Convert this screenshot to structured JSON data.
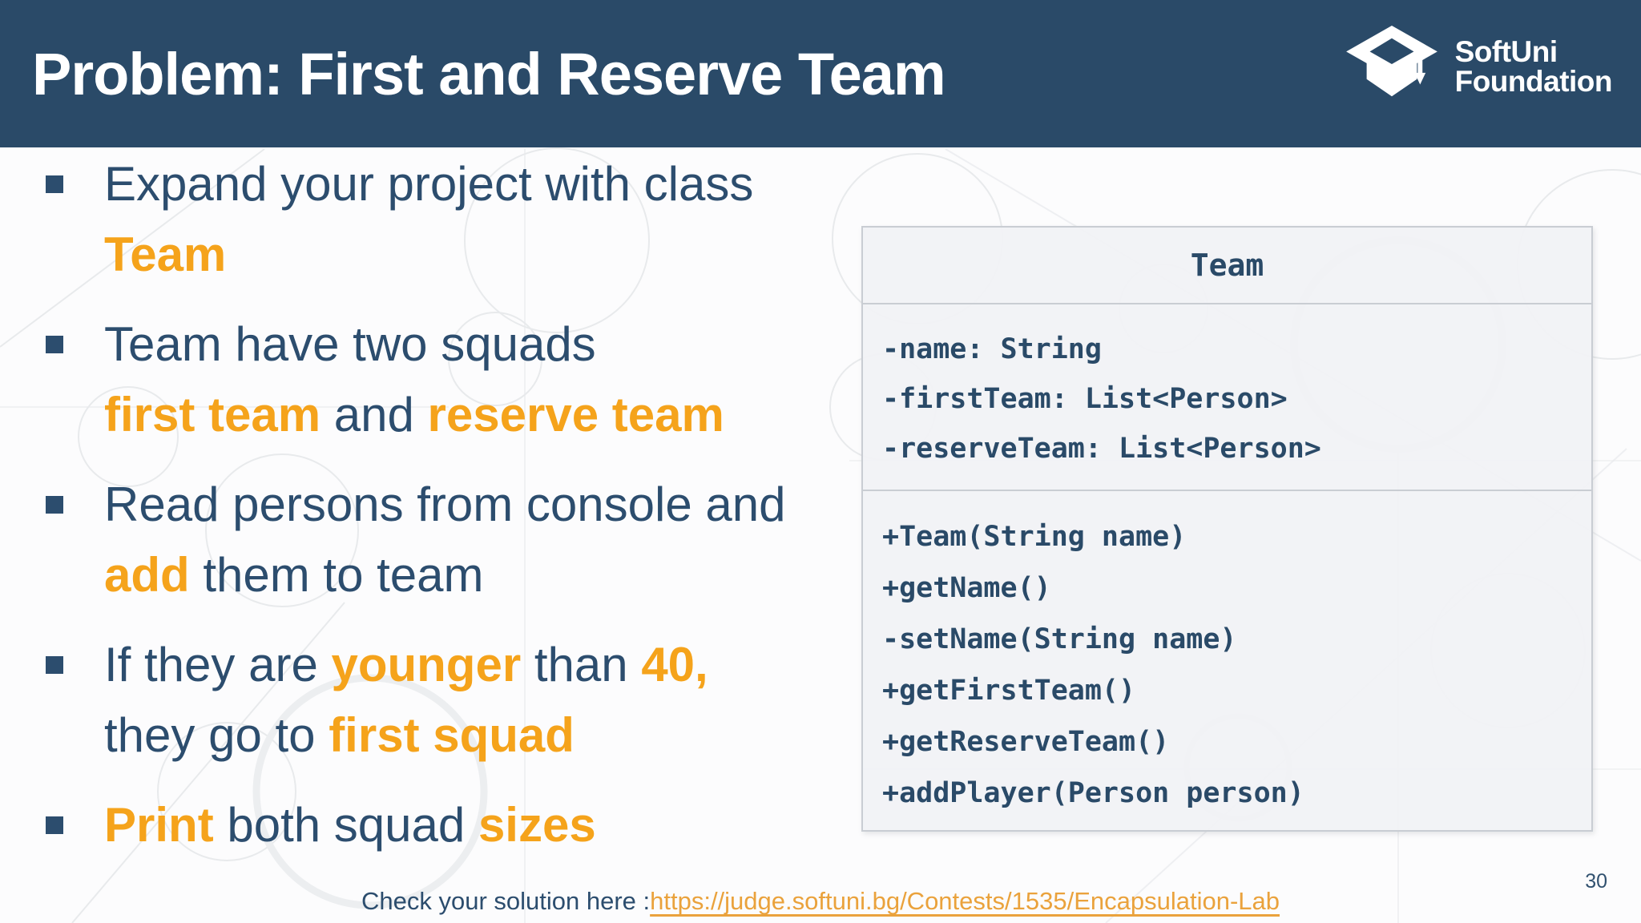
{
  "colors": {
    "header_bg": "#2A4A68",
    "accent_orange": "#F5A31B",
    "body_text_blue": "#2C4D6E",
    "link_orange": "#EAA23C",
    "uml_text_blue": "#2A4A68"
  },
  "header": {
    "title": "Problem: First and Reserve Team",
    "logo": {
      "line1": "SoftUni",
      "line2": "Foundation"
    }
  },
  "bullets": [
    {
      "lines": [
        [
          {
            "t": "Expand your project with class "
          },
          {
            "t": "Team",
            "hl": true
          }
        ]
      ]
    },
    {
      "lines": [
        [
          {
            "t": "Team have two squads"
          }
        ],
        [
          {
            "t": "first team",
            "hl": true
          },
          {
            "t": " and "
          },
          {
            "t": "reserve team",
            "hl": true
          }
        ]
      ]
    },
    {
      "lines": [
        [
          {
            "t": "Read persons from console and"
          }
        ],
        [
          {
            "t": "add",
            "hl": true
          },
          {
            "t": " them to team"
          }
        ]
      ]
    },
    {
      "lines": [
        [
          {
            "t": "If they are "
          },
          {
            "t": "younger",
            "hl": true
          },
          {
            "t": " than "
          },
          {
            "t": "40,",
            "hl": true
          }
        ],
        [
          {
            "t": "they go to "
          },
          {
            "t": "first squad",
            "hl": true
          }
        ]
      ]
    },
    {
      "lines": [
        [
          {
            "t": "Print",
            "hl": true
          },
          {
            "t": " both squad "
          },
          {
            "t": "sizes",
            "hl": true
          }
        ]
      ]
    }
  ],
  "uml": {
    "class_name": "Team",
    "fields": [
      "-name: String",
      "-firstTeam: List<Person>",
      "-reserveTeam: List<Person>"
    ],
    "methods": [
      "+Team(String name)",
      "+getName()",
      "-setName(String name)",
      "+getFirstTeam()",
      "+getReserveTeam()",
      "+addPlayer(Person person)"
    ]
  },
  "footer": {
    "label": "Check your solution here :",
    "link_text": "https://judge.softuni.bg/Contests/1535/Encapsulation-Lab",
    "page_number": "30"
  }
}
